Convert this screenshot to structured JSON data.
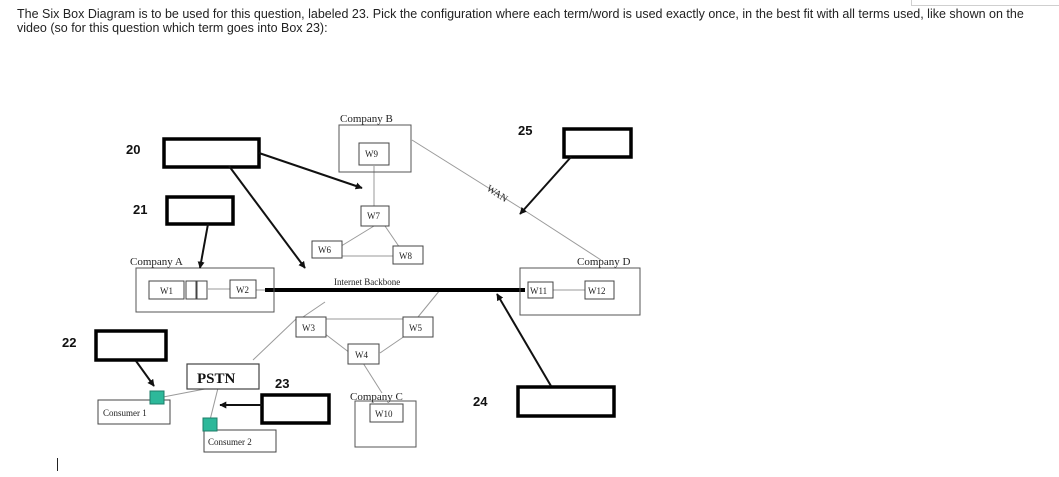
{
  "question_text": "The Six Box Diagram is to be used for this question, labeled 23. Pick the configuration where each term/word is used exactly once, in the best fit with all terms used, like shown on the video (so for this question which term goes into Box 23):",
  "diagram": {
    "box_numbers": {
      "b20": "20",
      "b21": "21",
      "b22": "22",
      "b23": "23",
      "b24": "24",
      "b25": "25"
    },
    "companies": {
      "a": "Company A",
      "b": "Company B",
      "c": "Company C",
      "d": "Company D"
    },
    "nodes": {
      "w1": "W1",
      "w2": "W2",
      "w3": "W3",
      "w4": "W4",
      "w5": "W5",
      "w6": "W6",
      "w7": "W7",
      "w8": "W8",
      "w9": "W9",
      "w10": "W10",
      "w11": "W11",
      "w12": "W12"
    },
    "backbone_label": "Internet Backbone",
    "wan_label": "WAN",
    "pstn_label": "PSTN",
    "consumer1": "Consumer 1",
    "consumer2": "Consumer 2",
    "colors": {
      "device": "#2db89a",
      "line": "#9a9a9a",
      "ink": "#111111"
    }
  }
}
